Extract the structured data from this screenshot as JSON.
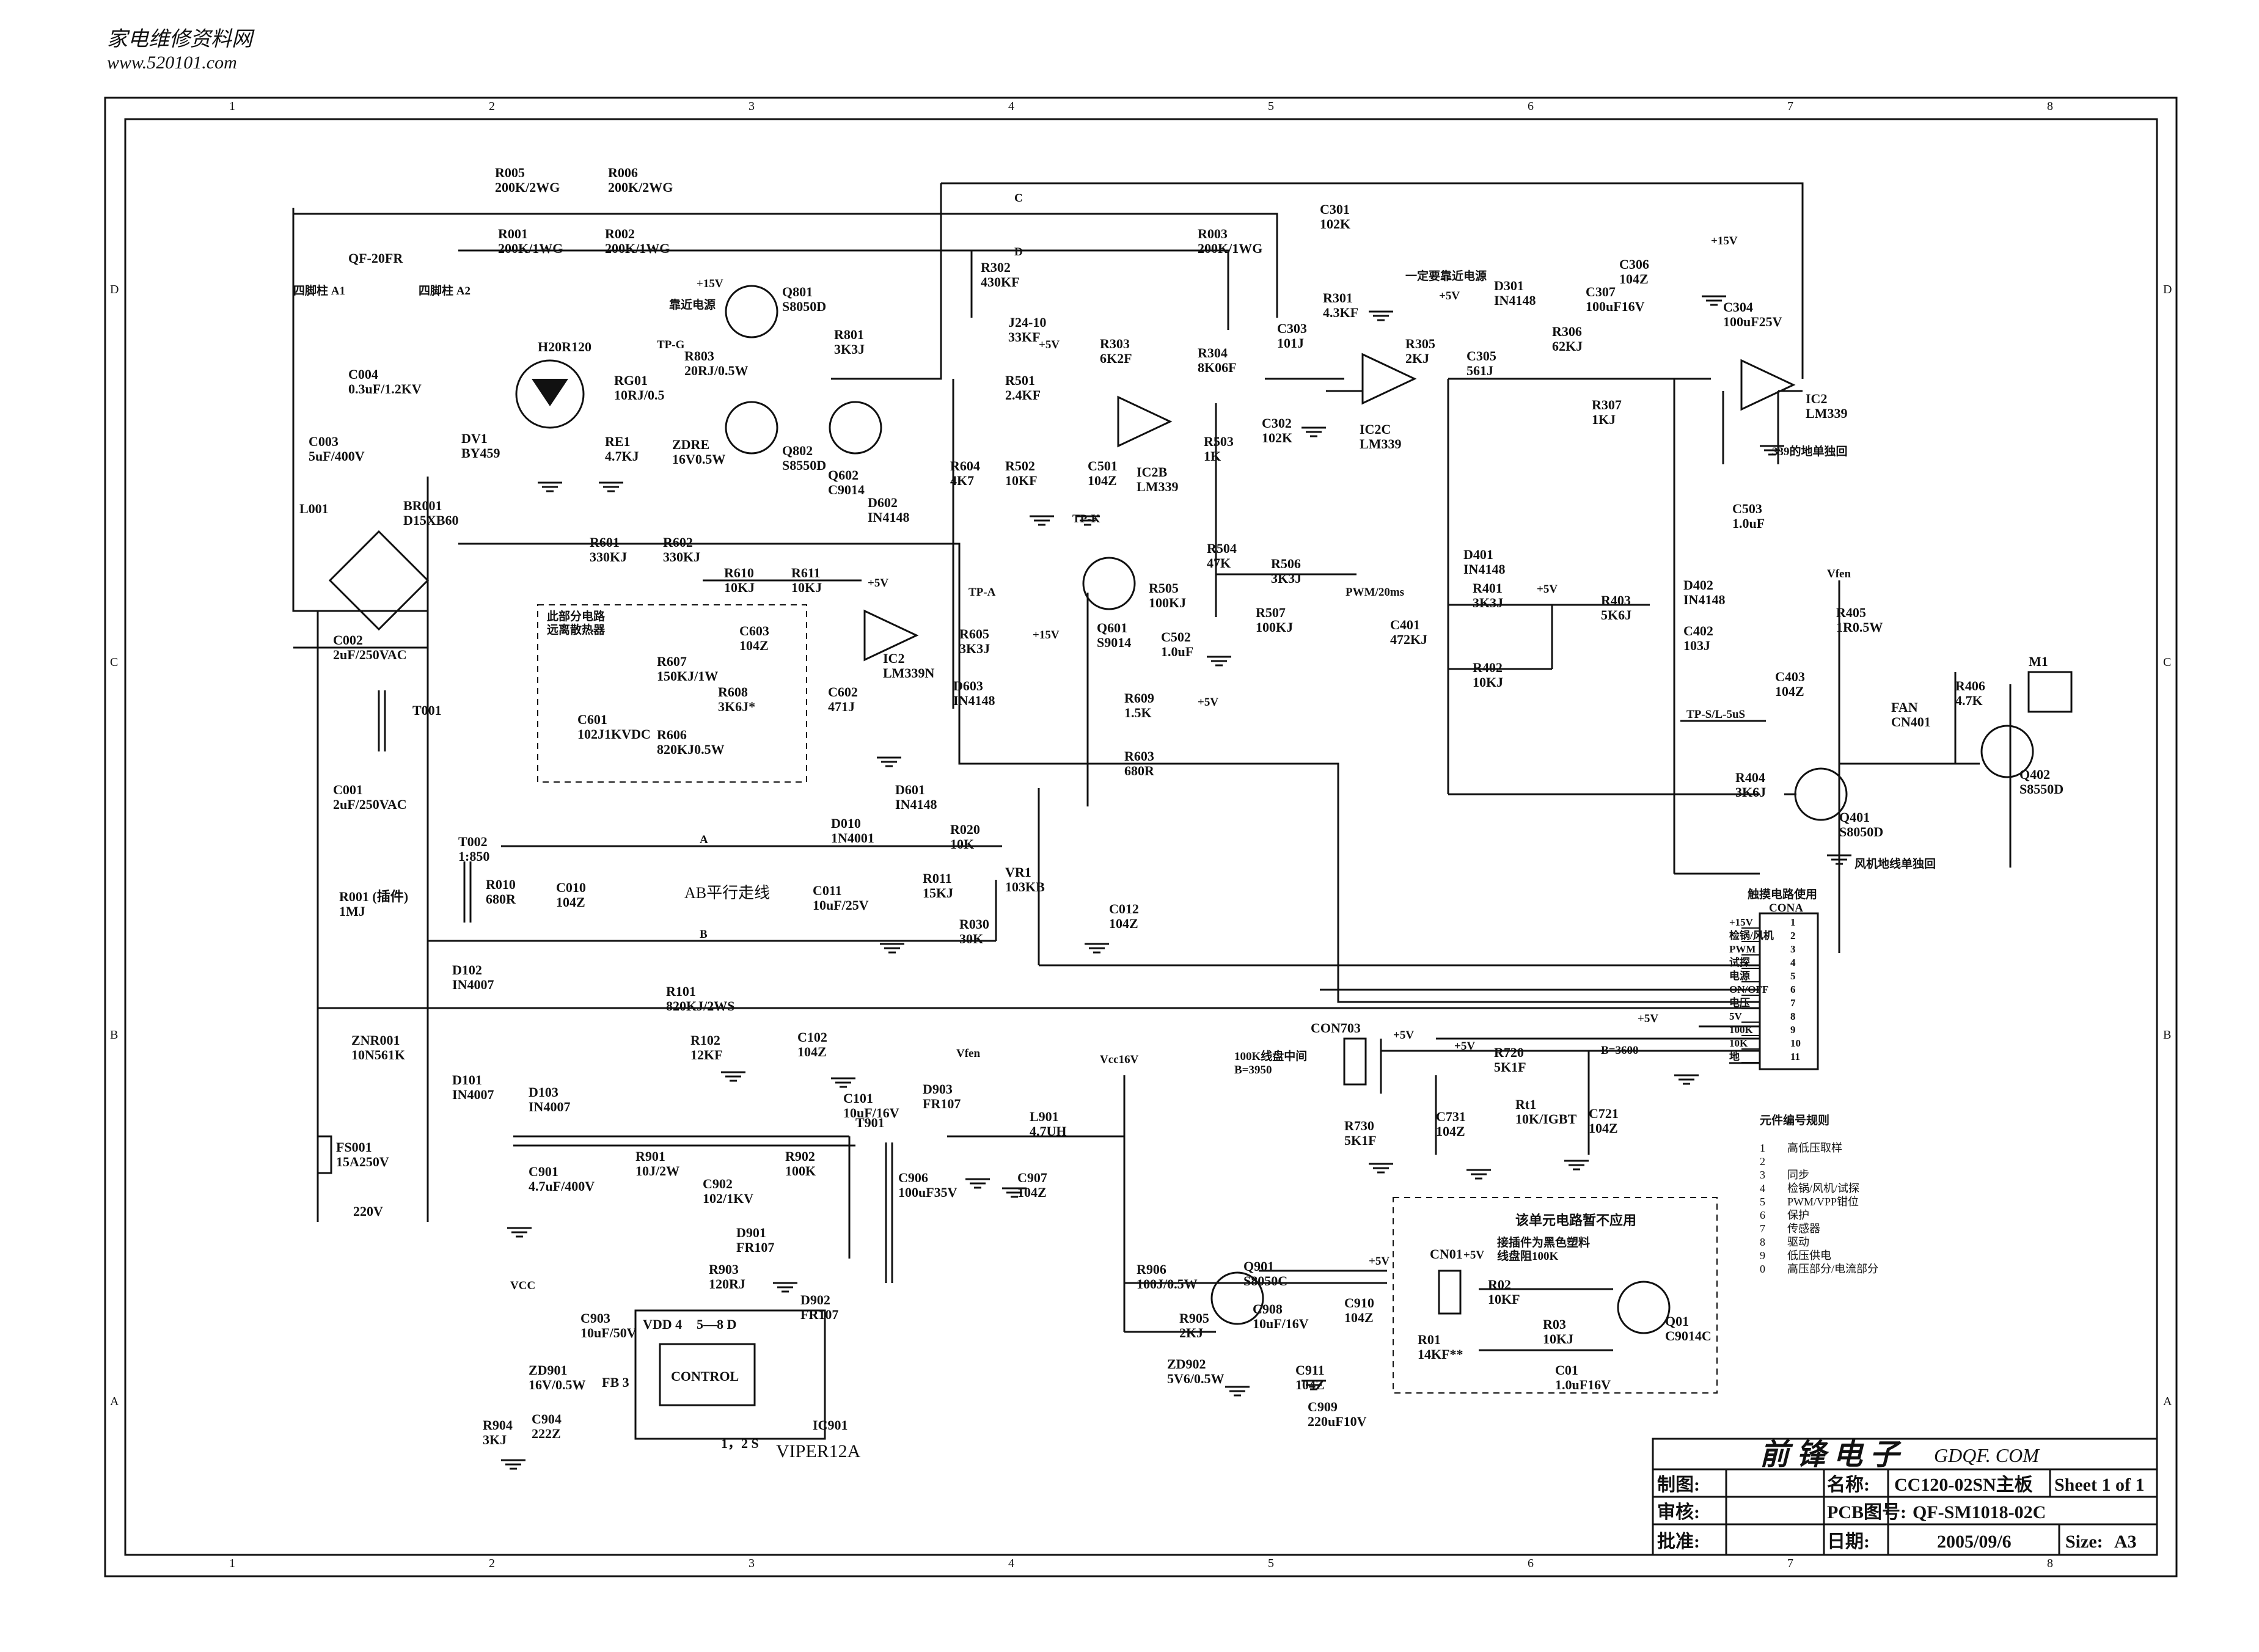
{
  "watermark": {
    "cn": "家电维修资料网",
    "url": "www.520101.com"
  },
  "grid": {
    "cols": [
      "1",
      "2",
      "3",
      "4",
      "5",
      "6",
      "7",
      "8"
    ],
    "rows": [
      "D",
      "C",
      "B",
      "A"
    ]
  },
  "components": [
    {
      "id": "r005",
      "ref": "R005",
      "value": "200K/2WG"
    },
    {
      "id": "r006",
      "ref": "R006",
      "value": "200K/2WG"
    },
    {
      "id": "r001a",
      "ref": "R001",
      "value": "200K/1WG"
    },
    {
      "id": "r002",
      "ref": "R002",
      "value": "200K/1WG"
    },
    {
      "id": "r003",
      "ref": "R003",
      "value": "200K/1WG"
    },
    {
      "id": "qf20fr",
      "ref": "QF-20FR",
      "value": ""
    },
    {
      "id": "c004",
      "ref": "C004",
      "value": "0.3uF/1.2KV"
    },
    {
      "id": "h20r120",
      "ref": "H20R120",
      "value": ""
    },
    {
      "id": "dv1",
      "ref": "DV1",
      "value": "BY459"
    },
    {
      "id": "rg01",
      "ref": "RG01",
      "value": "10RJ/0.5"
    },
    {
      "id": "re1",
      "ref": "RE1",
      "value": "4.7KJ"
    },
    {
      "id": "r803",
      "ref": "R803",
      "value": "20RJ/0.5W"
    },
    {
      "id": "zdre",
      "ref": "ZDRE",
      "value": "16V0.5W"
    },
    {
      "id": "q801",
      "ref": "Q801",
      "value": "S8050D"
    },
    {
      "id": "q802",
      "ref": "Q802",
      "value": "S8550D"
    },
    {
      "id": "r801",
      "ref": "R801",
      "value": "3K3J"
    },
    {
      "id": "q602",
      "ref": "Q602",
      "value": "C9014"
    },
    {
      "id": "c003",
      "ref": "C003",
      "value": "5uF/400V"
    },
    {
      "id": "br001",
      "ref": "BR001",
      "value": "D15XB60"
    },
    {
      "id": "l001",
      "ref": "L001",
      "value": ""
    },
    {
      "id": "r601",
      "ref": "R601",
      "value": "330KJ"
    },
    {
      "id": "r602",
      "ref": "R602",
      "value": "330KJ"
    },
    {
      "id": "r610",
      "ref": "R610",
      "value": "10KJ"
    },
    {
      "id": "r611",
      "ref": "R611",
      "value": "10KJ"
    },
    {
      "id": "c603",
      "ref": "C603",
      "value": "104Z"
    },
    {
      "id": "r607",
      "ref": "R607",
      "value": "150KJ/1W"
    },
    {
      "id": "r608",
      "ref": "R608",
      "value": "3K6J*"
    },
    {
      "id": "c601",
      "ref": "C601",
      "value": "102J1KVDC"
    },
    {
      "id": "r606",
      "ref": "R606",
      "value": "820KJ0.5W"
    },
    {
      "id": "c602",
      "ref": "C602",
      "value": "471J"
    },
    {
      "id": "ic2_1",
      "ref": "IC2",
      "value": "LM339N"
    },
    {
      "id": "d602",
      "ref": "D602",
      "value": "IN4148"
    },
    {
      "id": "r604",
      "ref": "R604",
      "value": "4K7"
    },
    {
      "id": "r605",
      "ref": "R605",
      "value": "3K3J"
    },
    {
      "id": "d603",
      "ref": "D603",
      "value": "IN4148"
    },
    {
      "id": "r609",
      "ref": "R609",
      "value": "1.5K"
    },
    {
      "id": "r603",
      "ref": "R603",
      "value": "680R"
    },
    {
      "id": "d601",
      "ref": "D601",
      "value": "IN4148"
    },
    {
      "id": "r302",
      "ref": "R302",
      "value": "430KF"
    },
    {
      "id": "j24",
      "ref": "J24-10",
      "value": "33KF"
    },
    {
      "id": "r303",
      "ref": "R303",
      "value": "6K2F"
    },
    {
      "id": "r501",
      "ref": "R501",
      "value": "2.4KF"
    },
    {
      "id": "r502",
      "ref": "R502",
      "value": "10KF"
    },
    {
      "id": "c501",
      "ref": "C501",
      "value": "104Z"
    },
    {
      "id": "ic2b",
      "ref": "IC2B",
      "value": "LM339"
    },
    {
      "id": "r503",
      "ref": "R503",
      "value": "1K"
    },
    {
      "id": "r504",
      "ref": "R504",
      "value": "47K"
    },
    {
      "id": "q601",
      "ref": "Q601",
      "value": "S9014"
    },
    {
      "id": "r505",
      "ref": "R505",
      "value": "100KJ"
    },
    {
      "id": "c502",
      "ref": "C502",
      "value": "1.0uF"
    },
    {
      "id": "r506",
      "ref": "R506",
      "value": "3K3J"
    },
    {
      "id": "r507",
      "ref": "R507",
      "value": "100KJ"
    },
    {
      "id": "r304",
      "ref": "R304",
      "value": "8K06F"
    },
    {
      "id": "c303",
      "ref": "C303",
      "value": "101J"
    },
    {
      "id": "c302",
      "ref": "C302",
      "value": "102K"
    },
    {
      "id": "c301",
      "ref": "C301",
      "value": "102K"
    },
    {
      "id": "r301",
      "ref": "R301",
      "value": "4.3KF"
    },
    {
      "id": "ic2c",
      "ref": "IC2C",
      "value": "LM339"
    },
    {
      "id": "r305",
      "ref": "R305",
      "value": "2KJ"
    },
    {
      "id": "c305",
      "ref": "C305",
      "value": "561J"
    },
    {
      "id": "d301",
      "ref": "D301",
      "value": "IN4148"
    },
    {
      "id": "r306",
      "ref": "R306",
      "value": "62KJ"
    },
    {
      "id": "c307",
      "ref": "C307",
      "value": "100uF16V"
    },
    {
      "id": "c306",
      "ref": "C306",
      "value": "104Z"
    },
    {
      "id": "c304",
      "ref": "C304",
      "value": "100uF25V"
    },
    {
      "id": "r307",
      "ref": "R307",
      "value": "1KJ"
    },
    {
      "id": "ic2_4",
      "ref": "IC2",
      "value": "LM339"
    },
    {
      "id": "c503",
      "ref": "C503",
      "value": "1.0uF"
    },
    {
      "id": "d401",
      "ref": "D401",
      "value": "IN4148"
    },
    {
      "id": "r401",
      "ref": "R401",
      "value": "3K3J"
    },
    {
      "id": "r402",
      "ref": "R402",
      "value": "10KJ"
    },
    {
      "id": "r403",
      "ref": "R403",
      "value": "5K6J"
    },
    {
      "id": "c401",
      "ref": "C401",
      "value": "472KJ"
    },
    {
      "id": "d402",
      "ref": "D402",
      "value": "IN4148"
    },
    {
      "id": "c402",
      "ref": "C402",
      "value": "103J"
    },
    {
      "id": "r405",
      "ref": "R405",
      "value": "1R0.5W"
    },
    {
      "id": "c403",
      "ref": "C403",
      "value": "104Z"
    },
    {
      "id": "r406",
      "ref": "R406",
      "value": "4.7K"
    },
    {
      "id": "m1",
      "ref": "M1",
      "value": ""
    },
    {
      "id": "q402",
      "ref": "Q402",
      "value": "S8550D"
    },
    {
      "id": "r404",
      "ref": "R404",
      "value": "3K6J"
    },
    {
      "id": "q401",
      "ref": "Q401",
      "value": "S8050D"
    },
    {
      "id": "fan",
      "ref": "FAN",
      "value": "CN401"
    },
    {
      "id": "c002",
      "ref": "C002",
      "value": "2uF/250VAC"
    },
    {
      "id": "t001",
      "ref": "T001",
      "value": ""
    },
    {
      "id": "c001",
      "ref": "C001",
      "value": "2uF/250VAC"
    },
    {
      "id": "t002",
      "ref": "T002",
      "value": "1:850"
    },
    {
      "id": "r010",
      "ref": "R010",
      "value": "680R"
    },
    {
      "id": "c010",
      "ref": "C010",
      "value": "104Z"
    },
    {
      "id": "d010",
      "ref": "D010",
      "value": "1N4001"
    },
    {
      "id": "r020",
      "ref": "R020",
      "value": "10K"
    },
    {
      "id": "c011",
      "ref": "C011",
      "value": "10uF/25V"
    },
    {
      "id": "r011",
      "ref": "R011",
      "value": "15KJ"
    },
    {
      "id": "vr1",
      "ref": "VR1",
      "value": "103KB"
    },
    {
      "id": "r030",
      "ref": "R030",
      "value": "30K"
    },
    {
      "id": "c012",
      "ref": "C012",
      "value": "104Z"
    },
    {
      "id": "r001b",
      "ref": "R001 (插件)",
      "value": "1MJ"
    },
    {
      "id": "d102",
      "ref": "D102",
      "value": "IN4007"
    },
    {
      "id": "r101",
      "ref": "R101",
      "value": "820KJ/2WS"
    },
    {
      "id": "r102",
      "ref": "R102",
      "value": "12KF"
    },
    {
      "id": "c102",
      "ref": "C102",
      "value": "104Z"
    },
    {
      "id": "c101",
      "ref": "C101",
      "value": "10uF/16V"
    },
    {
      "id": "znr001",
      "ref": "ZNR001",
      "value": "10N561K"
    },
    {
      "id": "d101",
      "ref": "D101",
      "value": "IN4007"
    },
    {
      "id": "d103",
      "ref": "D103",
      "value": "IN4007"
    },
    {
      "id": "fs001",
      "ref": "FS001",
      "value": "15A250V"
    },
    {
      "id": "r901",
      "ref": "R901",
      "value": "10J/2W"
    },
    {
      "id": "c901",
      "ref": "C901",
      "value": "4.7uF/400V"
    },
    {
      "id": "t901",
      "ref": "T901",
      "value": ""
    },
    {
      "id": "c902",
      "ref": "C902",
      "value": "102/1KV"
    },
    {
      "id": "r902",
      "ref": "R902",
      "value": "100K"
    },
    {
      "id": "d901",
      "ref": "D901",
      "value": "FR107"
    },
    {
      "id": "r903",
      "ref": "R903",
      "value": "120RJ"
    },
    {
      "id": "d902",
      "ref": "D902",
      "value": "FR107"
    },
    {
      "id": "c903",
      "ref": "C903",
      "value": "10uF/50V"
    },
    {
      "id": "zd901",
      "ref": "ZD901",
      "value": "16V/0.5W"
    },
    {
      "id": "r904",
      "ref": "R904",
      "value": "3KJ"
    },
    {
      "id": "c904",
      "ref": "C904",
      "value": "222Z"
    },
    {
      "id": "d903",
      "ref": "D903",
      "value": "FR107"
    },
    {
      "id": "l901",
      "ref": "L901",
      "value": "4.7UH"
    },
    {
      "id": "c906",
      "ref": "C906",
      "value": "100uF35V"
    },
    {
      "id": "c907",
      "ref": "C907",
      "value": "104Z"
    },
    {
      "id": "r906",
      "ref": "R906",
      "value": "100J/0.5W"
    },
    {
      "id": "q901",
      "ref": "Q901",
      "value": "S8050C"
    },
    {
      "id": "r905",
      "ref": "R905",
      "value": "2KJ"
    },
    {
      "id": "c908",
      "ref": "C908",
      "value": "10uF/16V"
    },
    {
      "id": "zd902",
      "ref": "ZD902",
      "value": "5V6/0.5W"
    },
    {
      "id": "c911",
      "ref": "C911",
      "value": "104Z"
    },
    {
      "id": "c909",
      "ref": "C909",
      "value": "220uF10V"
    },
    {
      "id": "c910",
      "ref": "C910",
      "value": "104Z"
    },
    {
      "id": "con703",
      "ref": "CON703",
      "value": ""
    },
    {
      "id": "r720",
      "ref": "R720",
      "value": "5K1F"
    },
    {
      "id": "rt1",
      "ref": "Rt1",
      "value": "10K/IGBT"
    },
    {
      "id": "r730",
      "ref": "R730",
      "value": "5K1F"
    },
    {
      "id": "c731",
      "ref": "C731",
      "value": "104Z"
    },
    {
      "id": "c721",
      "ref": "C721",
      "value": "104Z"
    },
    {
      "id": "cn01",
      "ref": "CN01",
      "value": ""
    },
    {
      "id": "r02",
      "ref": "R02",
      "value": "10KF"
    },
    {
      "id": "r03",
      "ref": "R03",
      "value": "10KJ"
    },
    {
      "id": "r01",
      "ref": "R01",
      "value": "14KF**"
    },
    {
      "id": "q01",
      "ref": "Q01",
      "value": "C9014C"
    },
    {
      "id": "c01",
      "ref": "C01",
      "value": "1.0uF16V"
    }
  ],
  "ic": {
    "name": "IC901",
    "part": "VIPER12A",
    "control": "CONTROL",
    "pin_vdd": "VDD 4",
    "pin_d": "5—8 D",
    "pin_fb": "FB 3",
    "pin_s": "1，2 S"
  },
  "notes": {
    "near_ground": "靠近电源",
    "keep_near": "一定要靠近电源",
    "heatsink": "此部分电路\n远离散热器",
    "ab_parallel": "AB平行走线",
    "gnd_339": "339的地单独回",
    "fan_gnd": "风机地线单独回",
    "ntc_mid": "100K线盘中间\nB=3950",
    "rt1_b": "B=3600",
    "not_used": "该单元电路暂不应用",
    "touch": "触摸电路使用",
    "cn01_note": "接插件为黑色塑料\n线盘阻100K",
    "pwm20": "PWM/20ms",
    "ac220": "220V",
    "four_pin_a1": "四脚柱 A1",
    "four_pin_a2": "四脚柱 A2"
  },
  "nets": {
    "p15v": "+15V",
    "p5v": "+5V",
    "vcc": "VCC",
    "vcc16": "Vcc16V",
    "vfen": "Vfen",
    "tp_g": "TP-G",
    "tp_k": "TP-K",
    "tp_a": "TP-A",
    "tp_s": "TP-S/L-5uS",
    "c": "C",
    "d": "D",
    "a": "A",
    "b": "B"
  },
  "cona": {
    "title": "CONA",
    "signals": [
      "+15V",
      "检锅/风机",
      "PWM",
      "试探",
      "电源",
      "ON/OFF",
      "电压",
      "5V",
      "100K",
      "10K",
      "地"
    ],
    "pins": [
      "1",
      "2",
      "3",
      "4",
      "5",
      "6",
      "7",
      "8",
      "9",
      "10",
      "11"
    ]
  },
  "legend": {
    "title": "元件编号规则",
    "items": [
      {
        "n": "1",
        "t": "高低压取样"
      },
      {
        "n": "2",
        "t": ""
      },
      {
        "n": "3",
        "t": "同步"
      },
      {
        "n": "4",
        "t": "检锅/风机/试探"
      },
      {
        "n": "5",
        "t": "PWM/VPP钳位"
      },
      {
        "n": "6",
        "t": "保护"
      },
      {
        "n": "7",
        "t": "传感器"
      },
      {
        "n": "8",
        "t": "驱动"
      },
      {
        "n": "9",
        "t": "低压供电"
      },
      {
        "n": "0",
        "t": "高压部分/电流部分"
      }
    ]
  },
  "title_block": {
    "company": "前 锋 电 子",
    "site": "GDQF. COM",
    "drawn_label": "制图:",
    "check_label": "审核:",
    "approve_label": "批准:",
    "name_label": "名称:",
    "name_value": "CC120-02SN主板",
    "sheet": "Sheet 1 of 1",
    "pcb_label": "PCB图号:",
    "pcb_value": "QF-SM1018-02C",
    "date_label": "日期:",
    "date_value": "2005/09/6",
    "size_label": "Size:",
    "size_value": "A3"
  }
}
